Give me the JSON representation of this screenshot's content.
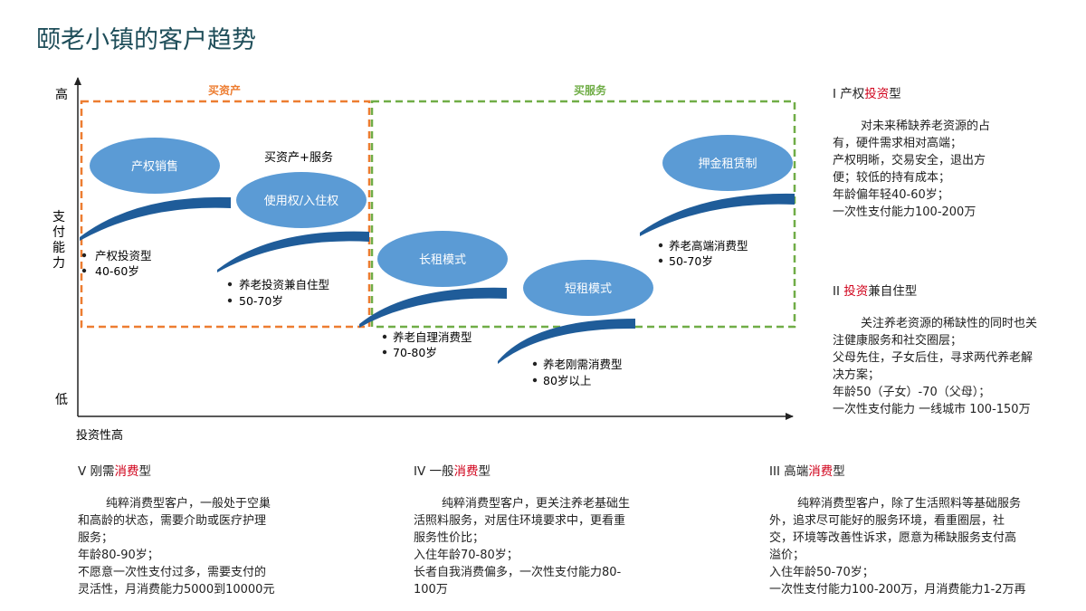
{
  "page": {
    "title": "颐老小镇的客户趋势"
  },
  "axes": {
    "y_high": "高",
    "y_low": "低",
    "y_label": "支付能力",
    "x_label": "投资性高"
  },
  "zones": {
    "buy_assets": "买资产",
    "buy_services": "买服务",
    "mixed": "买资产+服务"
  },
  "segments": [
    {
      "ellipse": "产权销售",
      "lines": [
        "产权投资型",
        "40-60岁"
      ]
    },
    {
      "ellipse": "使用权/入住权",
      "lines": [
        "养老投资兼自住型",
        "50-70岁"
      ]
    },
    {
      "ellipse": "长租模式",
      "lines": [
        "养老自理消费型",
        "70-80岁"
      ]
    },
    {
      "ellipse": "短租模式",
      "lines": [
        "养老刚需消费型",
        "80岁以上"
      ]
    },
    {
      "ellipse": "押金租赁制",
      "lines": [
        "养老高端消费型",
        "50-70岁"
      ]
    }
  ],
  "notes": {
    "n1": {
      "prefix": "I  产权",
      "hl": "投资",
      "suffix": "型",
      "body": [
        "对未来稀缺养老资源的占",
        "有，硬件需求相对高端；",
        "产权明晰，交易安全，退出方",
        "便；较低的持有成本；",
        "年龄偏年轻40-60岁；",
        "一次性支付能力100-200万"
      ]
    },
    "n2": {
      "prefix": "II  ",
      "hl": "投资",
      "suffix": "兼自住型",
      "body": [
        "关注养老资源的稀缺性的同时也关",
        "注健康服务和社交圈层；",
        "父母先住，子女后住，寻求两代养老解",
        "决方案；",
        "年龄50（子女）-70（父母）；",
        "一次性支付能力 一线城市 100-150万"
      ]
    },
    "n3": {
      "prefix": "V  刚需",
      "hl": "消费",
      "suffix": "型",
      "body": [
        "纯粹消费型客户，一般处于空巢",
        "和高龄的状态，需要介助或医疗护理",
        "服务；",
        "年龄80-90岁；",
        "不愿意一次性支付过多，需要支付的",
        "灵活性，月消费能力5000到10000元"
      ]
    },
    "n4": {
      "prefix": "IV  一般",
      "hl": "消费",
      "suffix": "型",
      "body": [
        "纯粹消费型客户，更关注养老基础生",
        "活照料服务，对居住环境要求中，更看重",
        "服务性价比；",
        "入住年龄70-80岁；",
        "长者自我消费偏多，一次性支付能力80-",
        "100万"
      ]
    },
    "n5": {
      "prefix": "III  高端",
      "hl": "消费",
      "suffix": "型",
      "body": [
        "纯粹消费型客户，除了生活照料等基础服务",
        "外，追求尽可能好的服务环境，看重圈层，社",
        "交，环境等改善性诉求，愿意为稀缺服务支付高",
        "溢价；",
        "入住年龄50-70岁；",
        "一次性支付能力100-200万，月消费能力1-2万再"
      ]
    }
  },
  "colors": {
    "ellipse": "#5b9bd5",
    "swoosh": "#1f5c99",
    "zone_orange": "#ed7d31",
    "zone_green": "#70ad47",
    "title": "#1f4e5a",
    "highlight": "#d0021b"
  }
}
